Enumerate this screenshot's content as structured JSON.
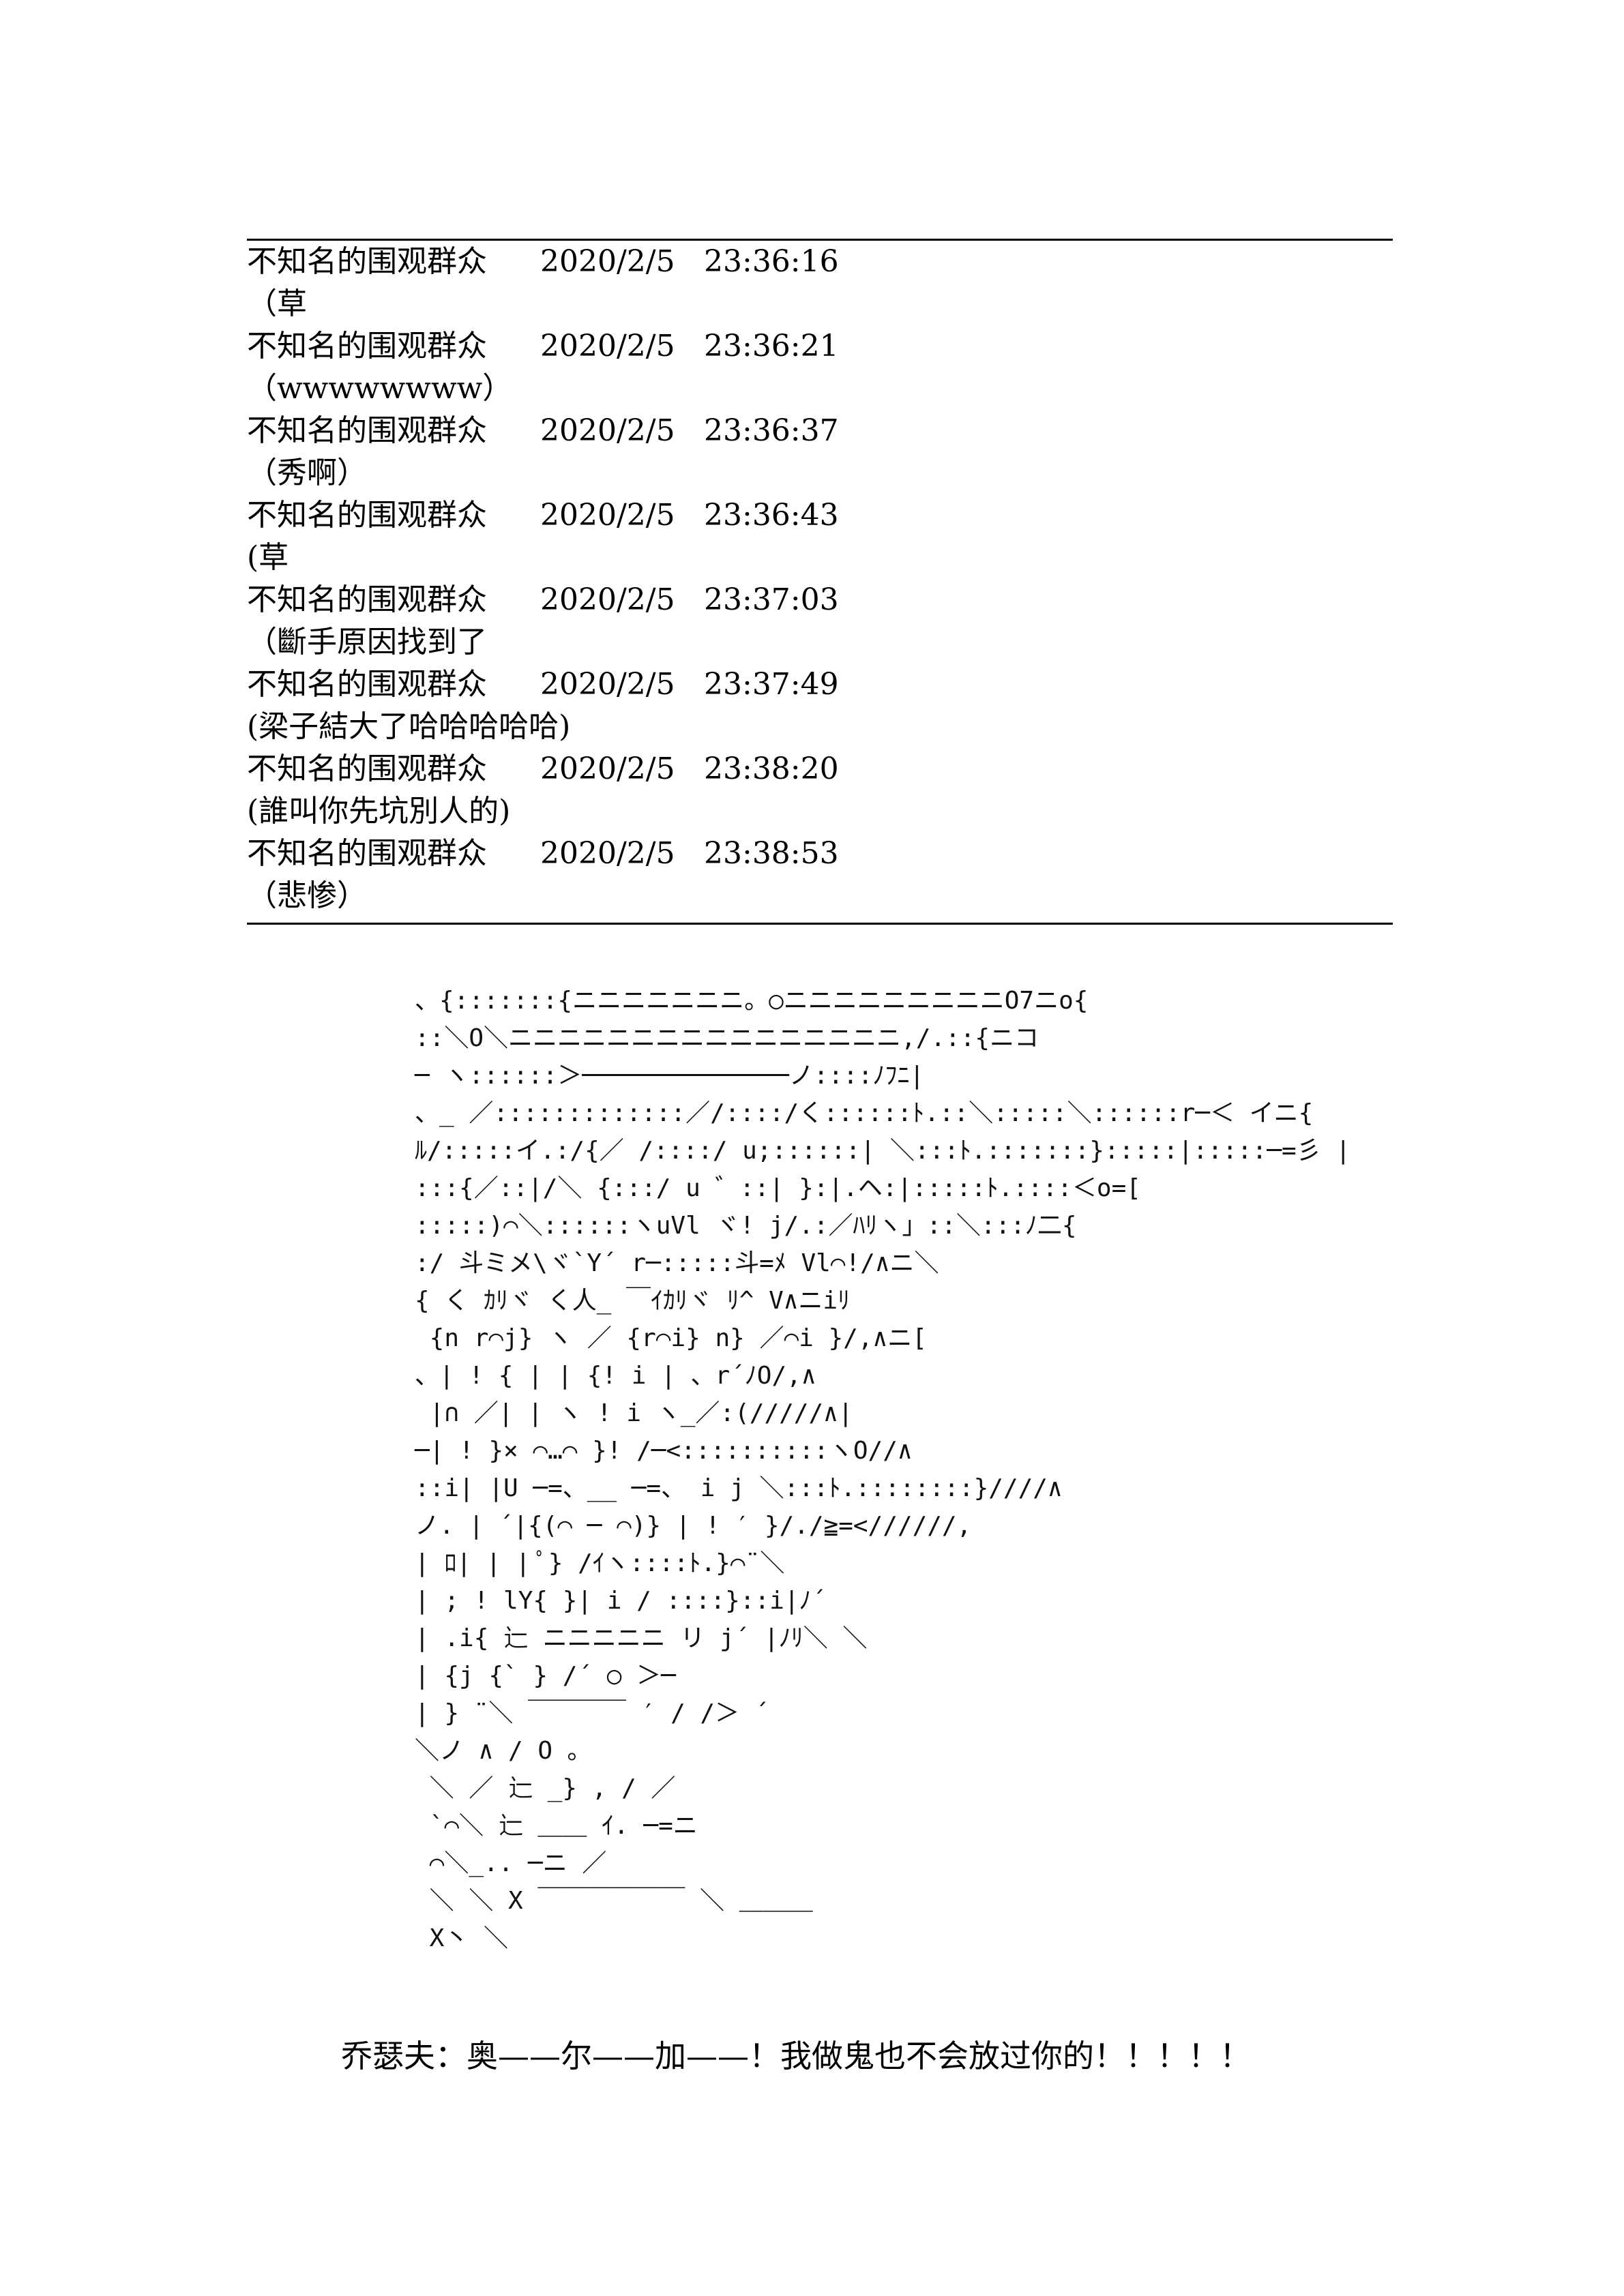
{
  "messages": [
    {
      "name": "不知名的围观群众",
      "date": "2020/2/5",
      "time": "23:36:16",
      "text": "（草"
    },
    {
      "name": "不知名的围观群众",
      "date": "2020/2/5",
      "time": "23:36:21",
      "text": "（wwwwwwww）"
    },
    {
      "name": "不知名的围观群众",
      "date": "2020/2/5",
      "time": "23:36:37",
      "text": "（秀啊）"
    },
    {
      "name": "不知名的围观群众",
      "date": "2020/2/5",
      "time": "23:36:43",
      "text": "(草"
    },
    {
      "name": "不知名的围观群众",
      "date": "2020/2/5",
      "time": "23:37:03",
      "text": "（斷手原因找到了"
    },
    {
      "name": "不知名的围观群众",
      "date": "2020/2/5",
      "time": "23:37:49",
      "text": "(梁子結大了哈哈哈哈哈)"
    },
    {
      "name": "不知名的围观群众",
      "date": "2020/2/5",
      "time": "23:38:20",
      "text": "(誰叫你先坑別人的)"
    },
    {
      "name": "不知名的围观群众",
      "date": "2020/2/5",
      "time": "23:38:53",
      "text": "（悲惨）"
    }
  ],
  "ascii_art": "、{:::::::{ニニニニニニニ。○ニニニニニニニニニO7ニo{\n::＼O＼ニニニニニニニニニニニニニニニニ,/.::{ニコ\n─ ヽ::::::＞──────────────ノ::::ﾉﾌﾆ|\n、_ ／:::::::::::::／/::::/く::::::ﾄ.::＼:::::＼::::::r─＜ イニ{\nﾙ/:::::イ.:/{／ /::::/ u;::::::| ＼:::ﾄ.:::::::}:::::|:::::─=彡 |\n:::{／::|/＼ {:::/ u ゛::| }:|.ヘ:|:::::ﾄ.::::＜o=[\n:::::)⌒＼::::::ヽuVl ヾ! j/.:／ﾊﾘヽ」::＼:::ﾉ二{\n:/ 斗ミメ\\ヾ`Y´ r─:::::斗=ﾒ Vl⌒!/∧ニ＼\n{ く ｶﾘヾ く人_ ￣ｲｶﾘヾ ﾘ^ V∧ニiﾘ\n {n r⌒j} ヽ ／ {r⌒i} n} ／⌒i }/,∧ニ[\n、| ! { | | {! i | 、r´ﾉO/,∧\n |∩ ／| | ヽ ! i ヽ_／:(/////∧|\n─| ! }× ⌒…⌒ }! /─<::::::::::ヽO//∧\n::i| |U ─=、__ ─=、 i j ＼:::ﾄ.::::::::}////∧\nノ. | ´|{(⌒ ─ ⌒)} | ! ′ }/./≧=<//////,\n| ﾛ| | | ﾟ} /ｲヽ::::ﾄ.}⌒¨＼\n| ; ! lY{ }| i / ::::}::i|ﾉ´\n| .i{ 辷 ニニニニニ リ j´ |ﾉﾘ＼ ＼\n| {j {` } /´ ○ ＞─\n| } ¨＼ ￣￣￣￣ ′ / /＞ ´\n＼ノ ∧ / O ｡\n ＼ ／ 辷 _} , / ／\n `⌒＼ 辷 ＿＿ ｲ. ─=ニ\n ⌒＼_.. ─ニ ／\n ＼ ＼ X ￣￣￣￣￣￣ ＼ ＿＿＿\n X丶 ＼",
  "caption": "乔瑟夫：奥——尔——加——！我做鬼也不会放过你的！！！！！"
}
